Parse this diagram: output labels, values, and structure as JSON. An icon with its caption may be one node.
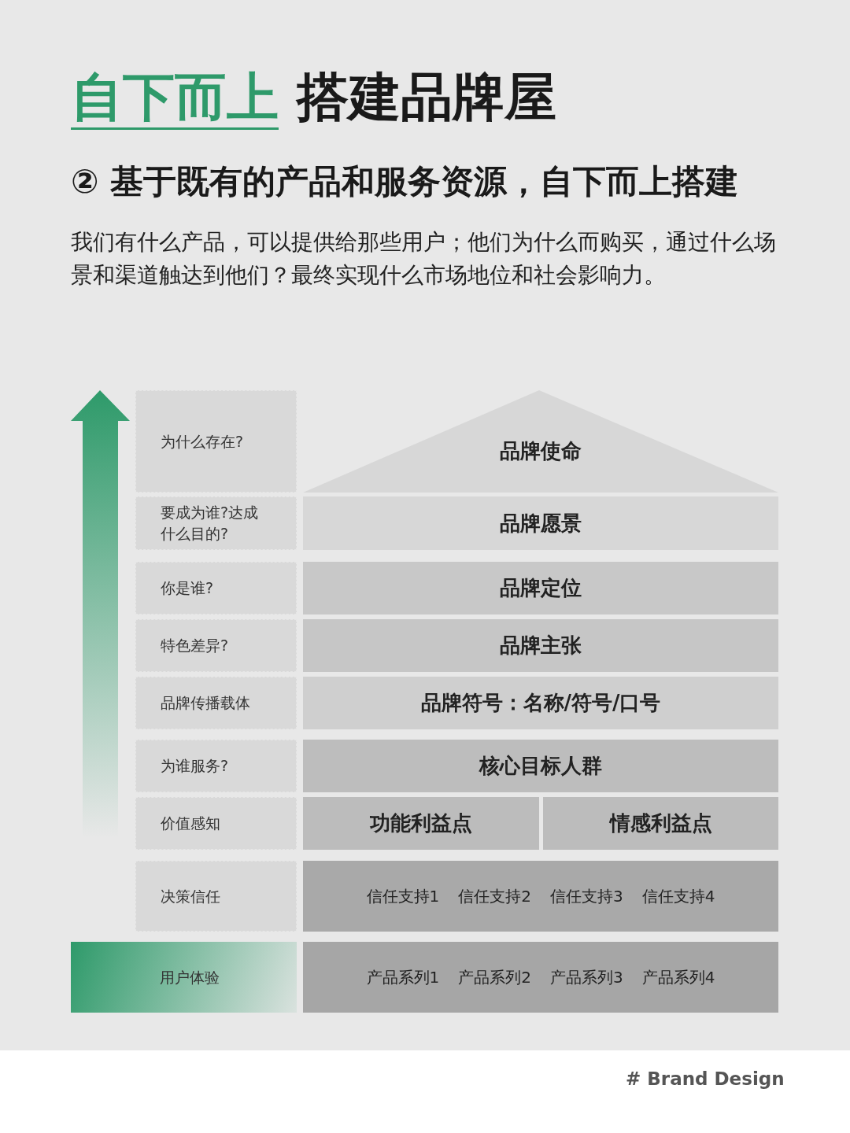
{
  "diagram": {
    "title": "自下而上 搭建品牌屋",
    "nodes": [
      {
        "text": [
          "为什么存在?"
        ]
      },
      {
        "text": [
          "品牌使命"
        ]
      },
      {
        "text": [
          "要成为谁?达成什么目的?"
        ]
      },
      {
        "text": [
          "品牌愿景"
        ]
      },
      {
        "text": [
          "你是谁?"
        ]
      },
      {
        "text": [
          "品牌定位"
        ]
      },
      {
        "text": [
          "特色差异?"
        ]
      },
      {
        "text": [
          "品牌主张"
        ]
      },
      {
        "text": [
          "品牌传播载体"
        ]
      },
      {
        "text": [
          "品牌符号：名称/符号/口号"
        ]
      },
      {
        "text": [
          "为谁服务?"
        ]
      },
      {
        "text": [
          "核心目标人群"
        ]
      },
      {
        "text": [
          "价值感知"
        ]
      },
      {
        "text": [
          "功能利益点"
        ]
      },
      {
        "text": [
          "情感利益点"
        ]
      },
      {
        "text": [
          "决策信任"
        ]
      },
      {
        "text": [
          "信任支持1",
          "信任支持2",
          "信任支持3",
          "信任支持4"
        ]
      },
      {
        "text": [
          "用户体验"
        ]
      },
      {
        "text": [
          "产品系列1",
          "产品系列2",
          "产品系列3",
          "产品系列4"
        ]
      }
    ],
    "edges": [],
    "labels": [
      "② 基于既有的产品和服务资源，自下而上搭建",
      "我们有什么产品，可以提供给那些用户；他们为什么而购买，通过什么场景和渠道触达到他们？最终实现什么市场地位和社会影响力。",
      "# Brand Design"
    ]
  }
}
